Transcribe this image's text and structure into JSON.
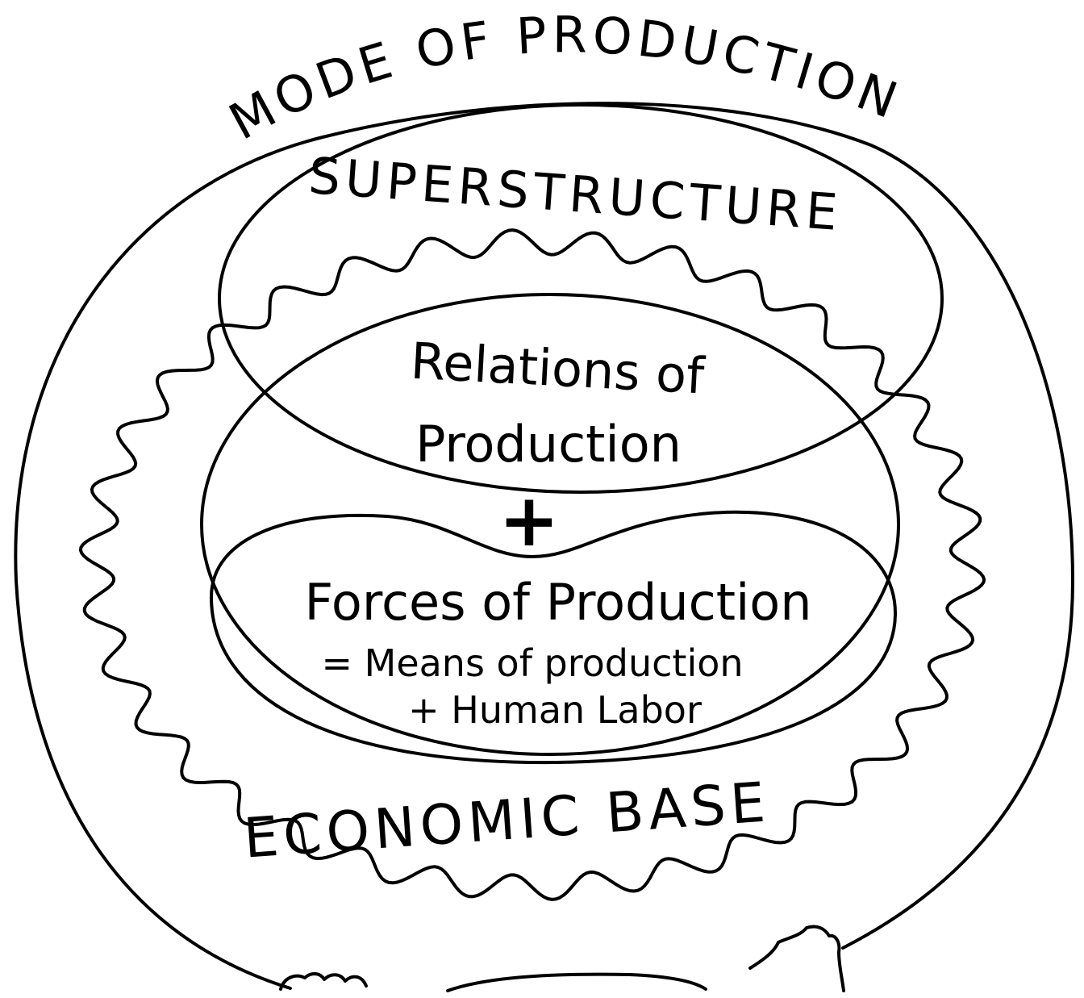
{
  "labels": {
    "mode_of_production": "MODE OF PRODUCTION",
    "superstructure": "SUPERSTRUCTURE",
    "relations_line1": "Relations of",
    "relations_line2": "Production",
    "plus": "+",
    "forces": "Forces of Production",
    "means": "= Means of production",
    "labor": "+ Human Labor",
    "economic_base": "ECONOMIC BASE"
  }
}
